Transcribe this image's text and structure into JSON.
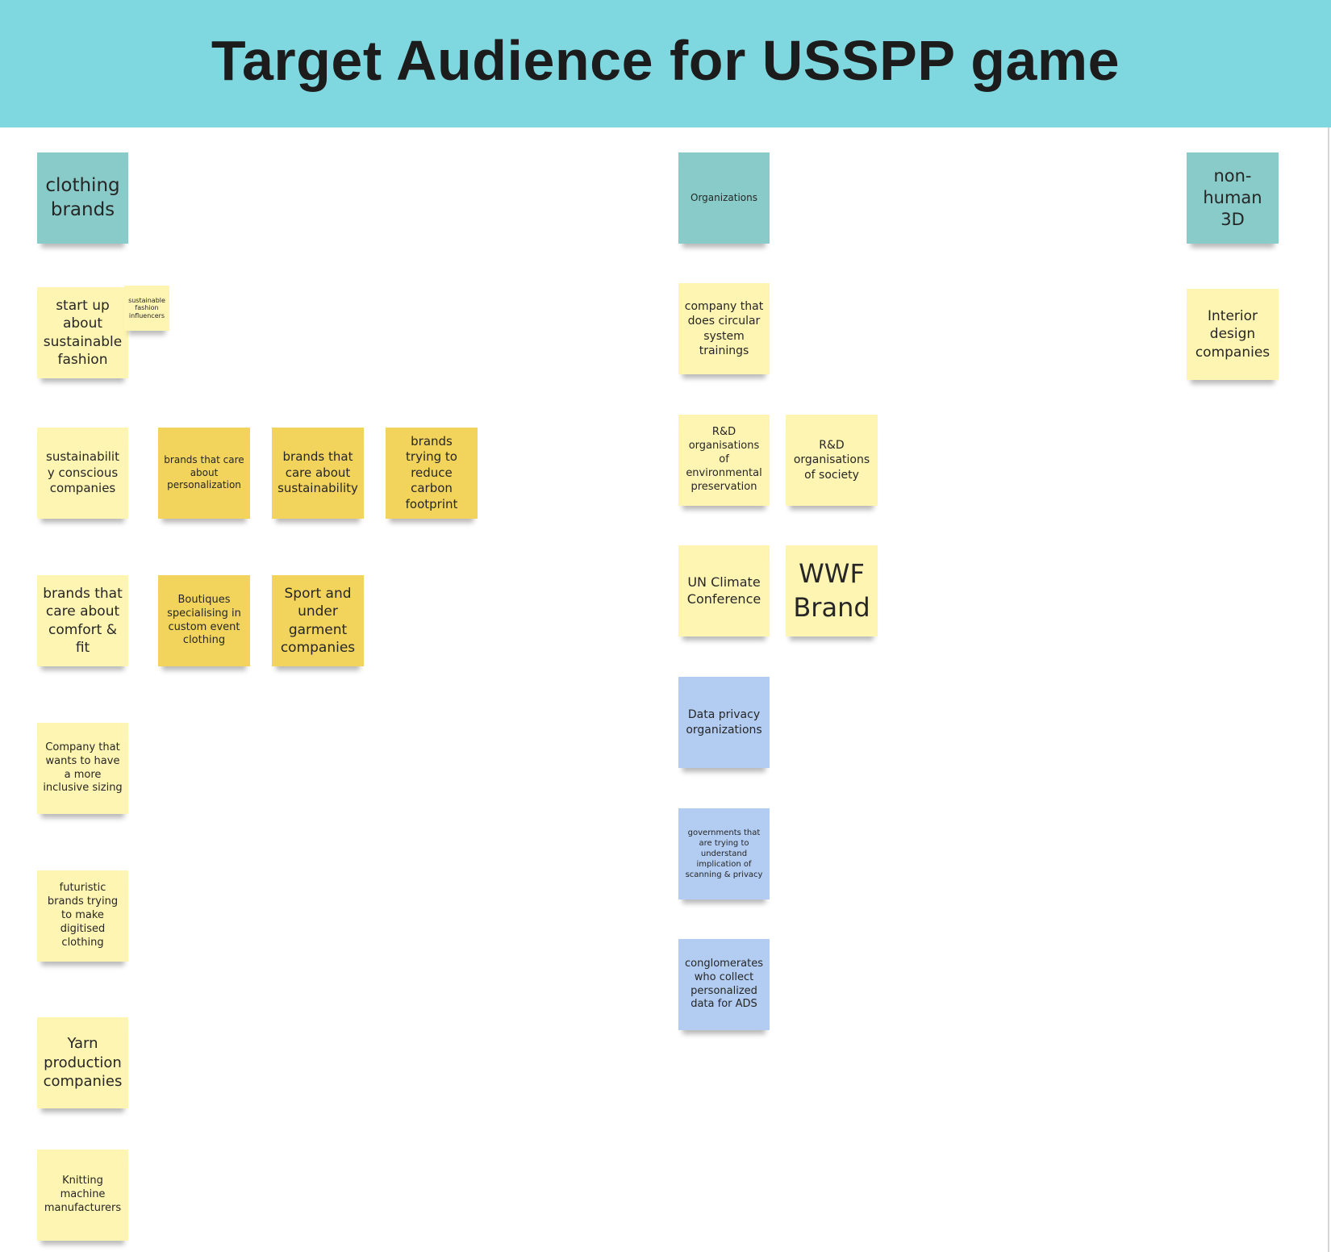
{
  "colors": {
    "header_bg": "#7fd8df",
    "teal_note": "#88cbc8",
    "light_yellow_note": "#fff5b3",
    "dark_yellow_note": "#f2d45c",
    "blue_note": "#b3cdf2"
  },
  "header": {
    "title": "Target Audience for USSPP game"
  },
  "board": {
    "notes": [
      {
        "id": "note-clothing-brands",
        "text": "clothing brands",
        "color": "teal"
      },
      {
        "id": "note-start-up-sustainable-fashion",
        "text": "start up about sustainable fashion",
        "color": "light_yellow"
      },
      {
        "id": "note-sustainable-fashion-influencers",
        "text": "sustainable fashion influencers",
        "color": "light_yellow"
      },
      {
        "id": "note-sustainability-conscious-companies",
        "text": "sustainability conscious companies",
        "color": "light_yellow"
      },
      {
        "id": "note-brands-personalization",
        "text": "brands that care about personalization",
        "color": "dark_yellow"
      },
      {
        "id": "note-brands-sustainability",
        "text": "brands that care about sustainability",
        "color": "dark_yellow"
      },
      {
        "id": "note-brands-carbon-footprint",
        "text": "brands trying to reduce carbon footprint",
        "color": "dark_yellow"
      },
      {
        "id": "note-brands-comfort-fit",
        "text": "brands that care about comfort & fit",
        "color": "light_yellow"
      },
      {
        "id": "note-boutiques-custom-event",
        "text": "Boutiques specialising in custom event clothing",
        "color": "dark_yellow"
      },
      {
        "id": "note-sport-under-garment",
        "text": "Sport and under garment companies",
        "color": "dark_yellow"
      },
      {
        "id": "note-inclusive-sizing",
        "text": "Company that wants to have a more inclusive sizing",
        "color": "light_yellow"
      },
      {
        "id": "note-futuristic-brands",
        "text": "futuristic brands trying to make digitised clothing",
        "color": "light_yellow"
      },
      {
        "id": "note-yarn-production",
        "text": "Yarn production companies",
        "color": "light_yellow"
      },
      {
        "id": "note-knitting-machine",
        "text": "Knitting machine manufacturers",
        "color": "light_yellow"
      },
      {
        "id": "note-organizations",
        "text": "Organizations",
        "color": "teal"
      },
      {
        "id": "note-circular-system-trainings",
        "text": "company that does circular system trainings",
        "color": "light_yellow"
      },
      {
        "id": "note-rd-environmental",
        "text": "R&D organisations of environmental preservation",
        "color": "light_yellow"
      },
      {
        "id": "note-rd-society",
        "text": "R&D organisations of society",
        "color": "light_yellow"
      },
      {
        "id": "note-un-climate",
        "text": "UN Climate Conference",
        "color": "light_yellow"
      },
      {
        "id": "note-wwf-brand",
        "text": "WWF Brand",
        "color": "light_yellow"
      },
      {
        "id": "note-data-privacy-orgs",
        "text": "Data privacy organizations",
        "color": "blue"
      },
      {
        "id": "note-governments-scanning-privacy",
        "text": "governments that are trying to understand implication of scanning & privacy",
        "color": "blue"
      },
      {
        "id": "note-conglomerates-ads",
        "text": "conglomerates who collect personalized data for ADS",
        "color": "blue"
      },
      {
        "id": "note-non-human-3d",
        "text": "non-human 3D",
        "color": "teal"
      },
      {
        "id": "note-interior-design",
        "text": "Interior design companies",
        "color": "light_yellow"
      }
    ]
  }
}
